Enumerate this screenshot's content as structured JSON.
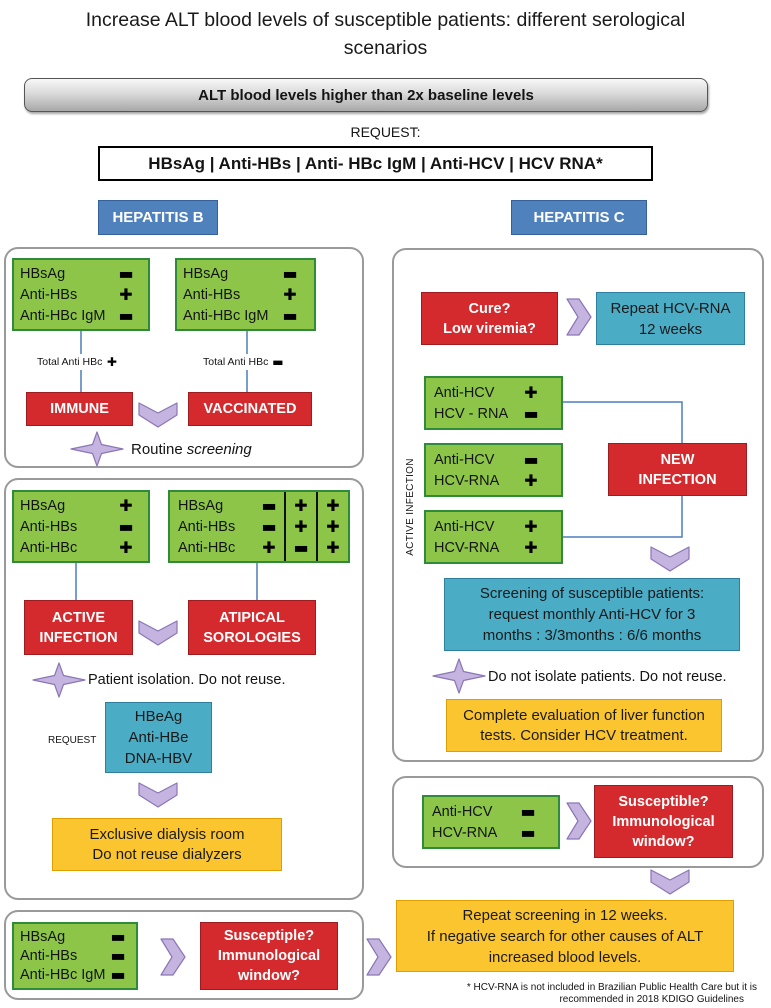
{
  "title_lines": [
    "Increase ALT blood levels of susceptible patients: different serological",
    "scenarios"
  ],
  "banner": "ALT blood levels higher than 2x baseline levels",
  "request": {
    "label": "REQUEST:",
    "tests": "HBsAg | Anti-HBs | Anti- HBc IgM | Anti-HCV | HCV RNA*"
  },
  "hepatitis_b": {
    "header": "HEPATITIS B",
    "immune": {
      "markers": [
        {
          "label": "HBsAg",
          "sign": "▬"
        },
        {
          "label": "Anti-HBs",
          "sign": "✚"
        },
        {
          "label": "Anti-HBc IgM",
          "sign": "▬"
        }
      ],
      "note": {
        "text": "Total Anti HBc",
        "sign": "✚"
      },
      "result": "IMMUNE"
    },
    "vaccinated": {
      "markers": [
        {
          "label": "HBsAg",
          "sign": "▬"
        },
        {
          "label": "Anti-HBs",
          "sign": "✚"
        },
        {
          "label": "Anti-HBc IgM",
          "sign": "▬"
        }
      ],
      "note": {
        "text": "Total Anti HBc",
        "sign": "▬"
      },
      "result": "VACCINATED"
    },
    "routine": {
      "text": "Routine",
      "emphasis": "screening"
    },
    "active": {
      "markers": [
        {
          "label": "HBsAg",
          "sign": "✚"
        },
        {
          "label": "Anti-HBs",
          "sign": "▬"
        },
        {
          "label": "Anti-HBc",
          "sign": "✚"
        }
      ],
      "result": [
        "ACTIVE",
        "INFECTION"
      ]
    },
    "atypical": {
      "labels": [
        "HBsAg",
        "Anti-HBs",
        "Anti-HBc"
      ],
      "columns": [
        [
          "▬",
          "▬",
          "✚"
        ],
        [
          "✚",
          "✚",
          "▬"
        ],
        [
          "✚",
          "✚",
          "✚"
        ]
      ],
      "result": [
        "ATIPICAL",
        "SOROLOGIES"
      ]
    },
    "isolation": "Patient isolation. Do not reuse.",
    "followup_request": {
      "label": "REQUEST",
      "tests": [
        "HBeAg",
        "Anti-HBe",
        "DNA-HBV"
      ]
    },
    "dialysis_measures": [
      "Exclusive dialysis room",
      "Do not reuse dialyzers"
    ],
    "susceptible": {
      "markers": [
        {
          "label": "HBsAg",
          "sign": "▬"
        },
        {
          "label": "Anti-HBs",
          "sign": "▬"
        },
        {
          "label": "Anti-HBc IgM",
          "sign": "▬"
        }
      ],
      "result": [
        "Susceptiple?",
        "Immunological",
        "window?"
      ]
    }
  },
  "hepatitis_c": {
    "header": "HEPATITIS C",
    "cure": [
      "Cure?",
      "Low viremia?"
    ],
    "repeat_rna": [
      "Repeat HCV-RNA",
      "12 weeks"
    ],
    "active_infection_label": "ACTIVE INFECTION",
    "profiles": [
      [
        {
          "label": "Anti-HCV",
          "sign": "✚"
        },
        {
          "label": "HCV - RNA",
          "sign": "▬"
        }
      ],
      [
        {
          "label": "Anti-HCV",
          "sign": "▬"
        },
        {
          "label": "HCV-RNA",
          "sign": "✚"
        }
      ],
      [
        {
          "label": "Anti-HCV",
          "sign": "✚"
        },
        {
          "label": "HCV-RNA",
          "sign": "✚"
        }
      ]
    ],
    "new_infection": [
      "NEW",
      "INFECTION"
    ],
    "screening": [
      "Screening of susceptible patients:",
      "request monthly Anti-HCV for 3",
      "months : 3/3months : 6/6 months"
    ],
    "no_isolation": "Do not isolate patients. Do not reuse.",
    "treatment": [
      "Complete evaluation of liver function",
      "tests. Consider HCV treatment."
    ],
    "susceptible": {
      "markers": [
        {
          "label": "Anti-HCV",
          "sign": "▬"
        },
        {
          "label": "HCV-RNA",
          "sign": "▬"
        }
      ],
      "result": [
        "Susceptible?",
        "Immunological",
        "window?"
      ]
    }
  },
  "repeat_screening": [
    "Repeat screening in 12 weeks.",
    "If negative search for other causes of ALT",
    "increased blood levels."
  ],
  "footnote": [
    "* HCV-RNA is not included in Brazilian Public Health Care but it is",
    "recommended in 2018 KDIGO Guidelines"
  ],
  "palette": {
    "green": "#8dc549",
    "green_border": "#2f8a3a",
    "red": "#d42a2e",
    "red_border": "#9e1c20",
    "teal": "#4bacc6",
    "teal_border": "#2e7f9d",
    "blue": "#4f81bd",
    "blue_border": "#36609a",
    "yellow": "#fbc530",
    "yellow_border": "#df9f00",
    "lavender": "#c5b4df",
    "lavender_border": "#8a76b6",
    "connector": "#4a7ebb",
    "panel_border": "#9a9a9a"
  }
}
